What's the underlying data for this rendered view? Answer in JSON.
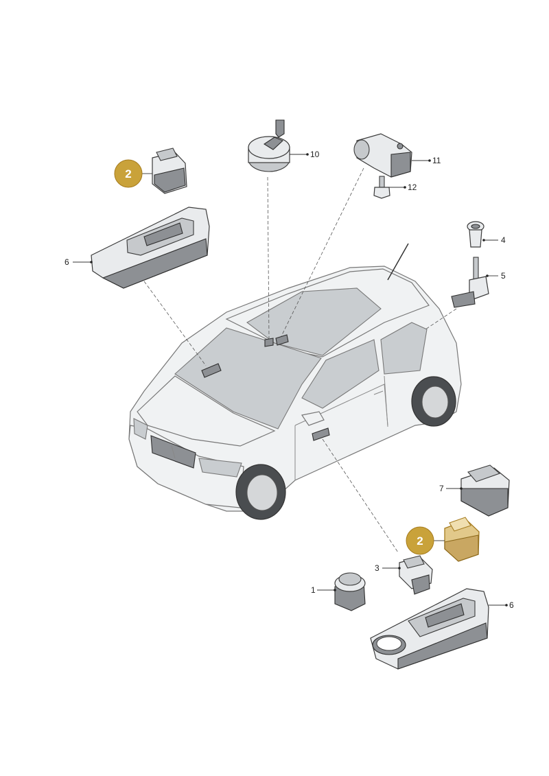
{
  "callouts": {
    "c1": "1",
    "c3": "3",
    "c4": "4",
    "c5": "5",
    "c6a": "6",
    "c6b": "6",
    "c7": "7",
    "c10": "10",
    "c11": "11",
    "c12": "12"
  },
  "badges": {
    "b1": "2",
    "b2": "2"
  },
  "colors": {
    "badge": "#c9a23a",
    "highlight": "#e2c98a"
  }
}
